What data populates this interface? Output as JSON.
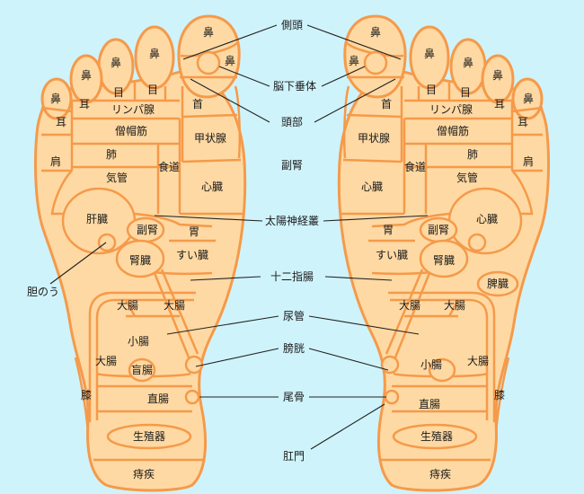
{
  "colors": {
    "background": "#cff3fb",
    "foot_fill": "#ffd9a3",
    "outline": "#f59a4a",
    "text": "#1a1a1a",
    "leader": "#222222"
  },
  "center_labels": {
    "sokuto": "側頭",
    "noukasuitai": "脳下垂体",
    "toubu": "頭部",
    "fukujin": "副腎",
    "taiyou": "太陽神経叢",
    "juunishichou": "十二指腸",
    "nyoukan": "尿管",
    "boukou": "膀胱",
    "bikotsu": "尾骨",
    "koumon": "肛門",
    "tannou": "胆のう"
  },
  "left_foot": {
    "hana_big": "鼻",
    "hana_small": "鼻",
    "hana_t2": "鼻",
    "hana_t3": "鼻",
    "hana_t4": "鼻",
    "hana_t5": "鼻",
    "me1": "目",
    "me2": "目",
    "mimi1": "耳",
    "mimi2": "耳",
    "kubi": "首",
    "lymph": "リンパ腺",
    "soubou": "僧帽筋",
    "kata": "肩",
    "hai": "肺",
    "kikan": "気管",
    "shokudou": "食道",
    "koujousen": "甲状腺",
    "shinzou": "心臓",
    "kanzou": "肝臓",
    "fukujin": "副腎",
    "i": "胃",
    "jinzou": "腎臓",
    "suizou": "すい臓",
    "daichou1": "大腸",
    "daichou2": "大腸",
    "daichou3": "大腸",
    "shouchou": "小腸",
    "mouchou": "盲腸",
    "hiza": "膝",
    "chokuchou": "直腸",
    "seishokuki": "生殖器",
    "jishitsu": "痔疾"
  },
  "right_foot": {
    "hana_big": "鼻",
    "hana_small": "鼻",
    "hana_t2": "鼻",
    "hana_t3": "鼻",
    "hana_t4": "鼻",
    "hana_t5": "鼻",
    "me1": "目",
    "me2": "目",
    "mimi1": "耳",
    "mimi2": "耳",
    "kubi": "首",
    "lymph": "リンパ腺",
    "soubou": "僧帽筋",
    "kata": "肩",
    "hai": "肺",
    "kikan": "気管",
    "shokudou": "食道",
    "koujousen": "甲状腺",
    "shinzou": "心臓",
    "i": "胃",
    "fukujin": "副腎",
    "suizou": "すい臓",
    "jinzou": "腎臓",
    "hizou": "脾臓",
    "daichou1": "大腸",
    "daichou2": "大腸",
    "daichou3": "大腸",
    "shouchou": "小腸",
    "hiza": "膝",
    "chokuchou": "直腸",
    "seishokuki": "生殖器",
    "jishitsu": "痔疾"
  }
}
